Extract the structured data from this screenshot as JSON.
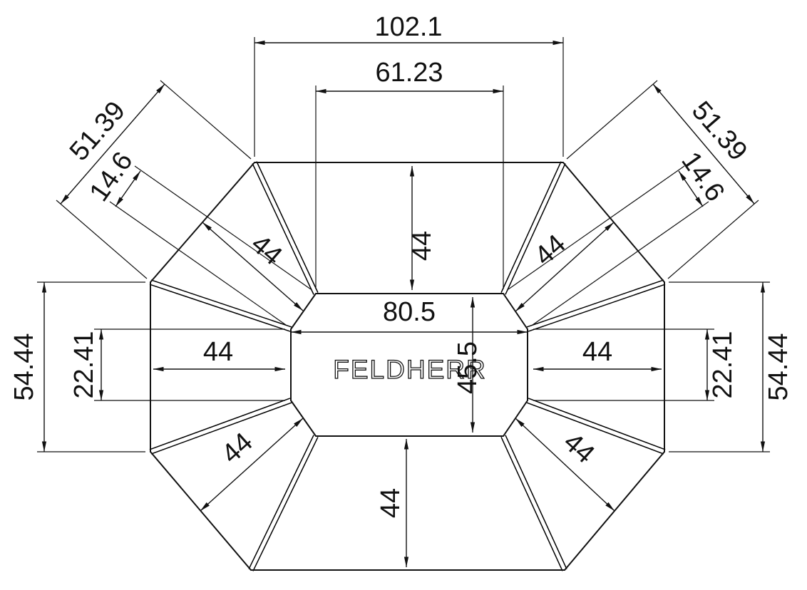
{
  "drawing": {
    "brand_label": "FELDHERR",
    "colors": {
      "line": "#000000",
      "background": "#ffffff"
    },
    "dimensions": {
      "top_overall_width": "102.1",
      "top_compartment_width": "61.23",
      "top_compartment_depth": "44",
      "corner_top_left_length": "51.39",
      "corner_top_right_length": "51.39",
      "corner_top_left_inner_edge": "14.6",
      "corner_top_right_inner_edge": "14.6",
      "corner_top_left_depth": "44",
      "corner_top_right_depth": "44",
      "corner_bottom_left_depth": "44",
      "corner_bottom_right_depth": "44",
      "left_edge_length": "54.44",
      "right_edge_length": "54.44",
      "left_inner_edge_length": "22.41",
      "right_inner_edge_length": "22.41",
      "left_compartment_depth": "44",
      "right_compartment_depth": "44",
      "bottom_compartment_depth": "44",
      "center_width": "80.5",
      "center_height": "45.5"
    }
  }
}
